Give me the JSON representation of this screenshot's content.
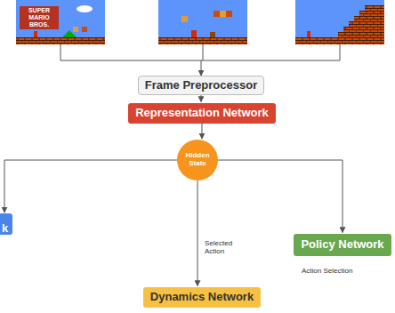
{
  "diagram": {
    "nodes": [
      {
        "text": [
          "Frame Preprocessor"
        ]
      },
      {
        "text": [
          "Representation Network"
        ]
      },
      {
        "text": [
          "Hidden State"
        ]
      },
      {
        "text": [
          "k"
        ]
      },
      {
        "text": [
          "Policy Network"
        ]
      },
      {
        "text": [
          "Dynamics Network"
        ]
      }
    ],
    "edges": [
      {
        "from": 0,
        "to": 1,
        "arrow": "to"
      },
      {
        "from": 1,
        "to": 2,
        "arrow": "to"
      },
      {
        "from": 2,
        "to": 3,
        "arrow": "to"
      },
      {
        "from": 2,
        "to": 5,
        "label": "Selected Action",
        "arrow": "to"
      },
      {
        "from": 2,
        "to": 4,
        "arrow": "to"
      }
    ],
    "labels": [
      "SUPER MARIO BROS.",
      "Action Selection"
    ]
  }
}
